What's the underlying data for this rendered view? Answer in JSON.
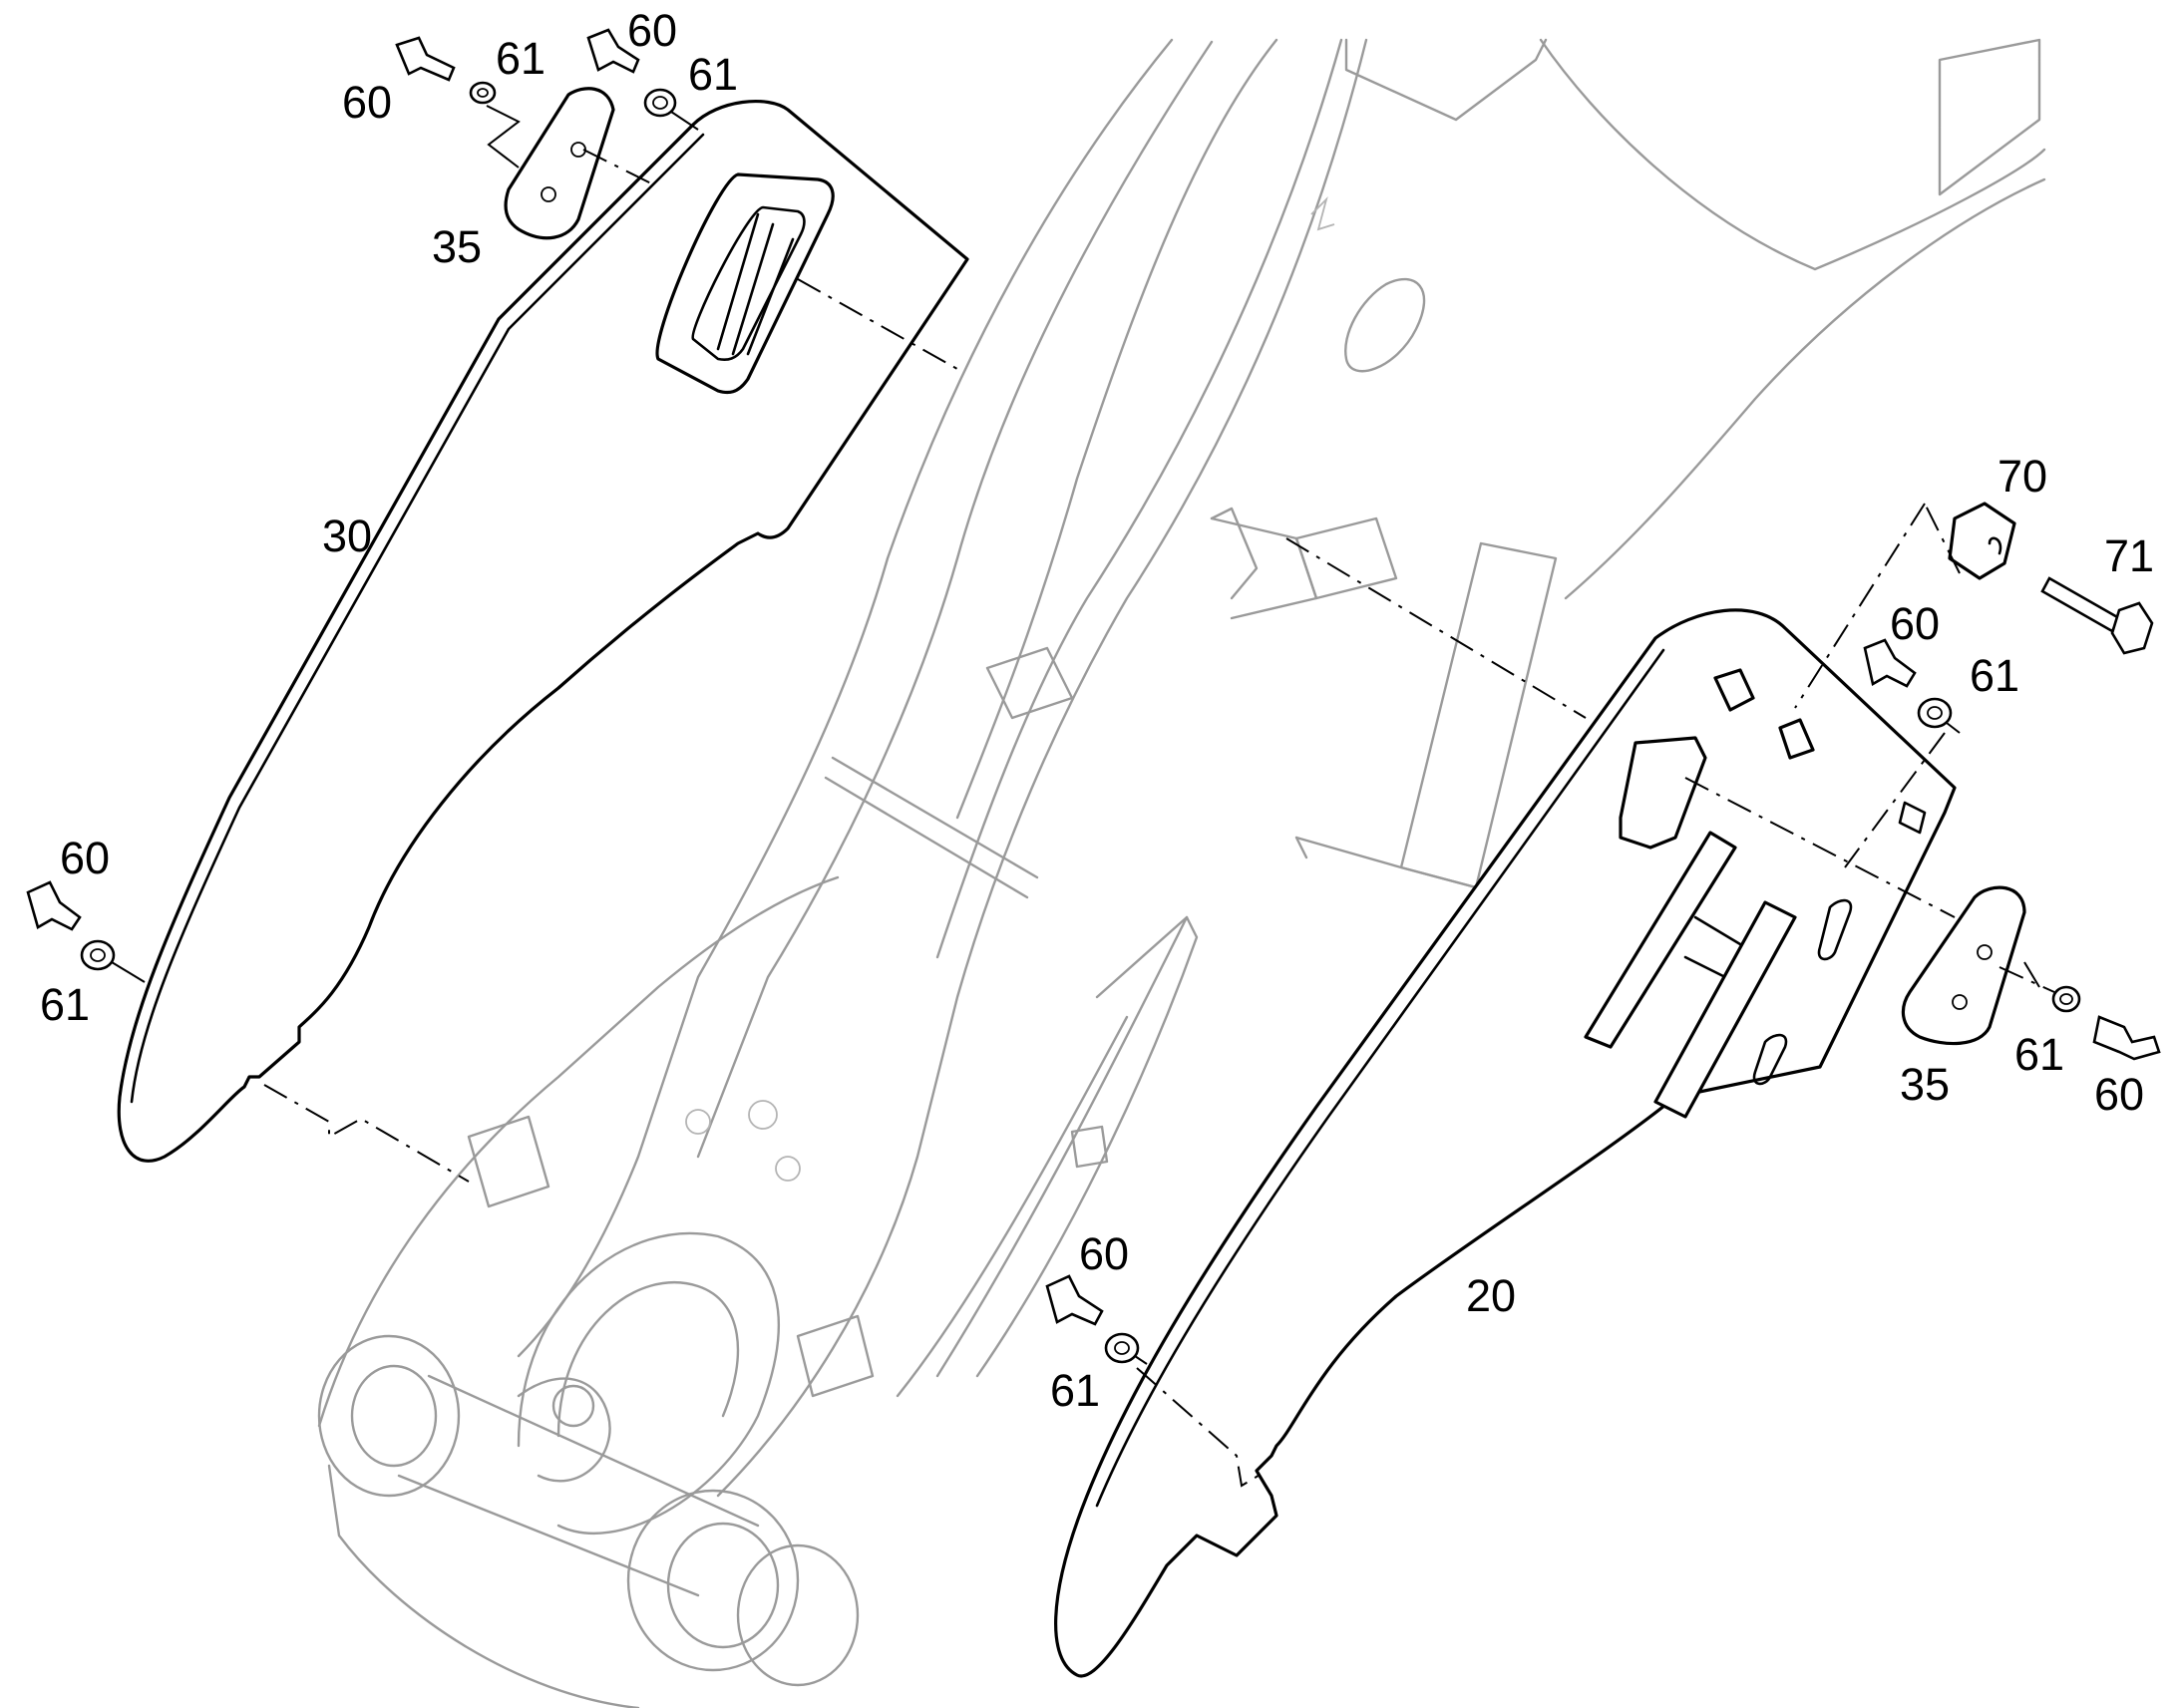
{
  "callouts": {
    "c60_top_a": "60",
    "c61_top_a": "61",
    "c60_top_b": "60",
    "c61_top_b": "61",
    "c35_top": "35",
    "c30": "30",
    "c60_left": "60",
    "c61_left": "61",
    "c70": "70",
    "c71": "71",
    "c60_right_a": "60",
    "c61_right_a": "61",
    "c35_right": "35",
    "c61_right_b": "61",
    "c60_right_b": "60",
    "c20": "20",
    "c60_bottom": "60",
    "c61_bottom": "61"
  }
}
